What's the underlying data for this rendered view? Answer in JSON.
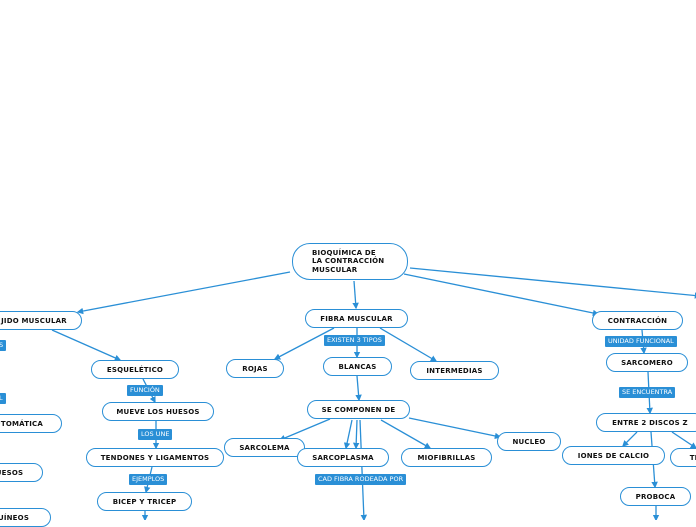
{
  "colors": {
    "edge": "#2a8fd6",
    "tag_bg": "#2a8fd6",
    "node_border": "#2a8fd6"
  },
  "root": {
    "label": "BIOQUÍMICA DE\nLA CONTRACCIÓN\nMUSCULAR"
  },
  "nodes": {
    "tejido_muscular": "JIDO MUSCULAR",
    "fibra_muscular": "FIBRA MUSCULAR",
    "contraccion": "CONTRACCIÓN",
    "esqueletico": "ESQUELÉTICO",
    "rojas": "ROJAS",
    "blancas": "BLANCAS",
    "intermedias": "INTERMEDIAS",
    "sarcomero": "SARCOMERO",
    "mueve_huesos": "MUEVE LOS HUESOS",
    "se_componen_de": "SE COMPONEN DE",
    "automatica": "UTOMÁTICA",
    "tendones": "TENDONES Y LIGAMENTOS",
    "sarcolema": "SARCOLEMA",
    "nucleo": "NUCLEO",
    "entre_discos": "ENTRE 2 DISCOS Z",
    "sarcoplasma": "SARCOPLASMA",
    "miofibrillas": "MIOFIBRILLAS",
    "iones_calcio": "IONES DE CALCIO",
    "tr": "TR",
    "huesos": "UESOS",
    "bicep": "BICEP Y TRICEP",
    "proboca": "PROBOCA",
    "suineos": "UÍNEOS"
  },
  "tags": {
    "s_left": "S",
    "l_left": "L",
    "funcion": "FUNCIÓN",
    "los_une": "LOS UNE",
    "ejemplos": "EJEMPLOS",
    "existen_3_tipos": "EXISTEN 3 TIPOS",
    "cad_fibra": "CAD FIBRA RODEADA POR",
    "unidad_funcional": "UNIDAD FUNCIONAL",
    "se_encuentra": "SE ENCUENTRA"
  }
}
